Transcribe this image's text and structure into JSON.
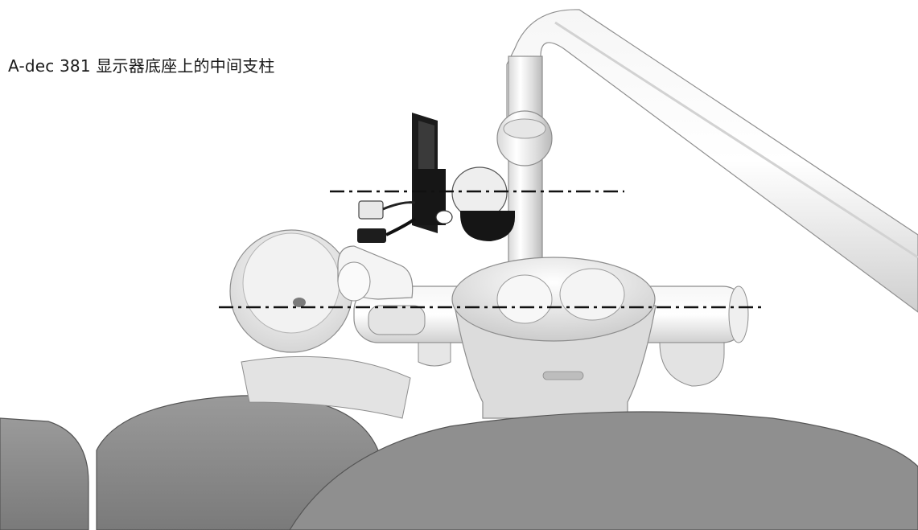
{
  "caption": "A-dec 381 显示器底座上的中间支柱",
  "colors": {
    "background": "#ffffff",
    "chair_upholstery": "#8c8c8c",
    "chair_upholstery_dark": "#6f6f6f",
    "equipment_light": "#ececec",
    "equipment_shadow": "#c9c9c9",
    "mount_black": "#1b1b1b",
    "guide_line": "#111111"
  },
  "icons": {
    "upper_guide_line": "dash-dot-line",
    "lower_guide_line": "dash-dot-line"
  }
}
